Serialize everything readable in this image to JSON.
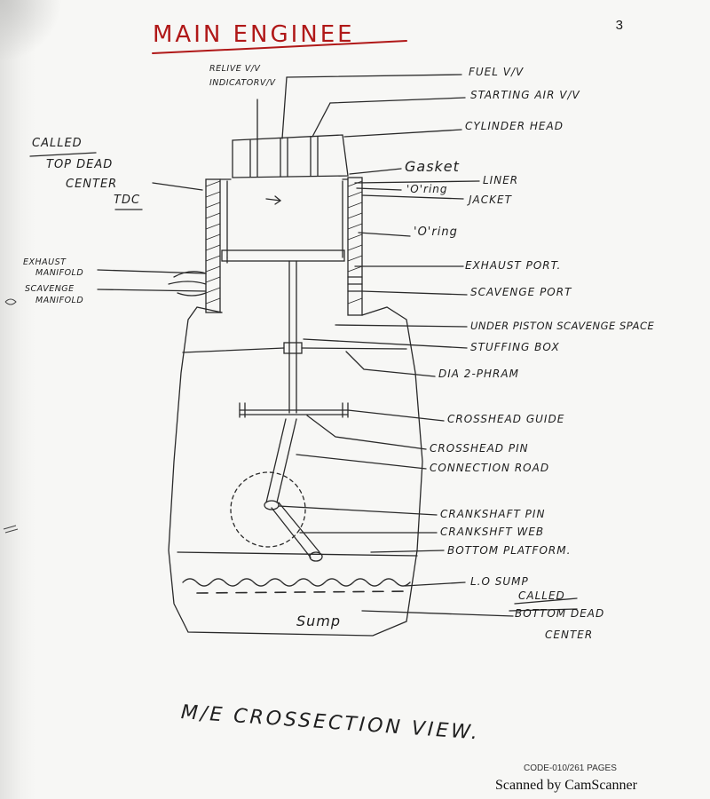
{
  "title": "MAIN ENGINEE",
  "page_number": "3",
  "colors": {
    "title": "#b01818",
    "ink": "#2a2a2a",
    "paper": "#f7f7f5"
  },
  "top_left_labels": {
    "called_top": "CALLED",
    "tdc_line1": "TOP DEAD",
    "tdc_line2": "CENTER",
    "tdc_abbr": "TDC",
    "relief_line1": "RELIVE V/V",
    "relief_line2": "INDICATORV/V",
    "exhaust_manifold_line1": "EXHAUST",
    "exhaust_manifold_line2": "MANIFOLD",
    "scavenge_manifold_line1": "SCAVENGE",
    "scavenge_manifold_line2": "MANIFOLD"
  },
  "right_labels": {
    "fuel_vv": "FUEL V/V",
    "starting_air": "STARTING AIR V/V",
    "cylinder_head": "CYLINDER HEAD",
    "gasket": "Gasket",
    "liner": "LINER",
    "oring1": "'O'ring",
    "jacket": "JACKET",
    "oring2": "'O'ring",
    "exhaust_port": "EXHAUST PORT.",
    "scavenge_port": "SCAVENGE PORT",
    "under_piston": "UNDER PISTON SCAVENGE SPACE",
    "stuffing_box": "STUFFING BOX",
    "diaphragm": "DIA 2-PHRAM",
    "crosshead_guide": "CROSSHEAD GUIDE",
    "crosshead_pin": "CROSSHEAD PIN",
    "connection_rod": "CONNECTION ROAD",
    "crankshaft_pin": "CRANKSHAFT PIN",
    "crankshaft_web": "CRANKSHFT WEB",
    "bottom_platform": "BOTTOM PLATFORM.",
    "lo_sump": "L.O SUMP",
    "called_bottom": "CALLED",
    "bdc_line1": "BOTTOM DEAD",
    "bdc_line2": "CENTER"
  },
  "sump_label": "Sump",
  "caption": "M/E CROSSECTION VIEW.",
  "footer": {
    "code": "CODE-010/261 PAGES",
    "scanned": "Scanned by CamScanner"
  }
}
